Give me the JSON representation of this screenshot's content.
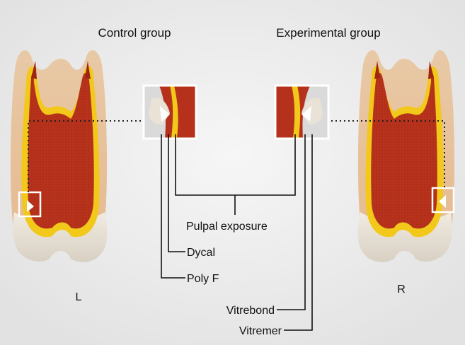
{
  "titles": {
    "control": "Control group",
    "experimental": "Experimental group"
  },
  "labels": {
    "pulpal_exposure": "Pulpal exposure",
    "dycal": "Dycal",
    "poly_f": "Poly F",
    "vitrebond": "Vitrebond",
    "vitremer": "Vitremer"
  },
  "sides": {
    "left": "L",
    "right": "R"
  },
  "colors": {
    "background": "#ececec",
    "pulp": "#b8331c",
    "dentin_line": "#f2c81a",
    "enamel": "#dcc3a2",
    "crown": "#e9e2d6",
    "leader_line": "#111111"
  },
  "icons": {
    "tooth": "molar-tooth-cross-section",
    "inset": "magnified-cavity-inset"
  }
}
